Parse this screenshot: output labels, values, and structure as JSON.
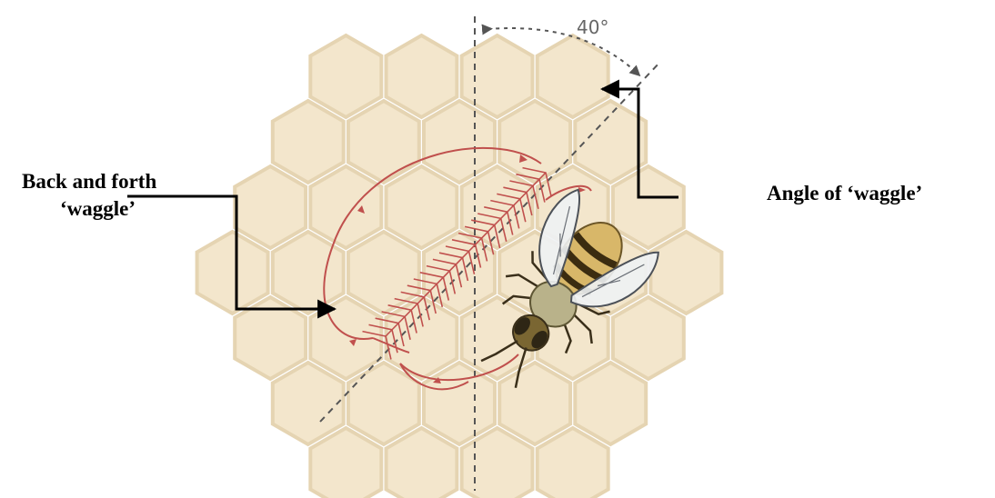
{
  "labels": {
    "waggle_left_line1": "Back and forth",
    "waggle_left_line2": "‘waggle’",
    "angle_right": "Angle of ‘waggle’",
    "angle_value": "40°"
  },
  "colors": {
    "honeycomb_fill": "#f3e6cc",
    "honeycomb_stroke": "#e5d4b2",
    "waggle_path": "#c0504d",
    "callout_arrow": "#000000",
    "dashed_line": "#555555"
  },
  "icons": {
    "bee": "honeybee-icon"
  }
}
